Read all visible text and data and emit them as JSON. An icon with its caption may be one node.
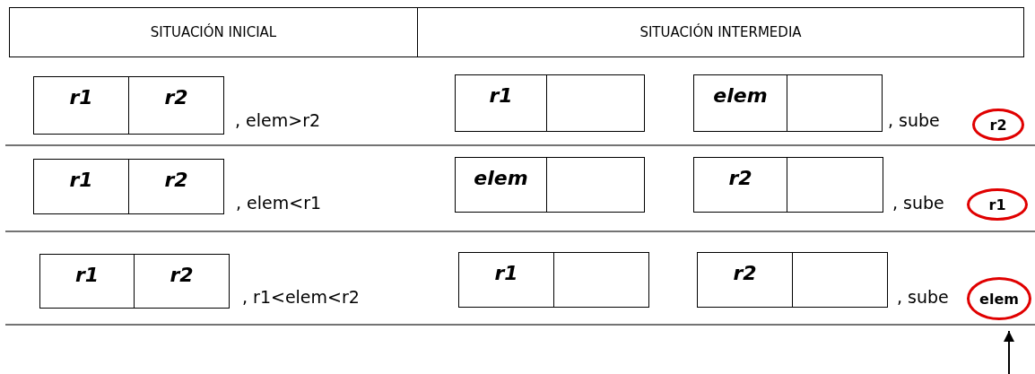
{
  "diagram": {
    "nodes": [
      {
        "text": [
          "SITUACIÓN INICIAL"
        ]
      },
      {
        "text": [
          "SITUACIÓN INTERMEDIA"
        ]
      },
      {
        "text": [
          "r1"
        ]
      },
      {
        "text": [
          "r2"
        ]
      },
      {
        "text": [
          "r1"
        ]
      },
      {
        "text": [],
        "shape": "box"
      },
      {
        "text": [
          "elem"
        ]
      },
      {
        "text": [],
        "shape": "box"
      },
      {
        "text": [
          "r2"
        ]
      },
      {
        "text": [
          "r1"
        ]
      },
      {
        "text": [
          "r2"
        ]
      },
      {
        "text": [
          "elem"
        ]
      },
      {
        "text": [],
        "shape": "box"
      },
      {
        "text": [
          "r2"
        ]
      },
      {
        "text": [],
        "shape": "box"
      },
      {
        "text": [
          "r1"
        ]
      },
      {
        "text": [
          "r1"
        ]
      },
      {
        "text": [
          "r2"
        ]
      },
      {
        "text": [
          "r1"
        ]
      },
      {
        "text": [],
        "shape": "box"
      },
      {
        "text": [
          "r2"
        ]
      },
      {
        "text": [],
        "shape": "box"
      },
      {
        "text": [
          "elem"
        ]
      }
    ],
    "edges": [
      {
        "from": null,
        "to": 22,
        "arrow": "to"
      }
    ],
    "labels": [
      ", elem>r2",
      ", sube",
      ", elem<r1",
      ", sube",
      ", r1<elem<r2",
      ", sube"
    ]
  }
}
